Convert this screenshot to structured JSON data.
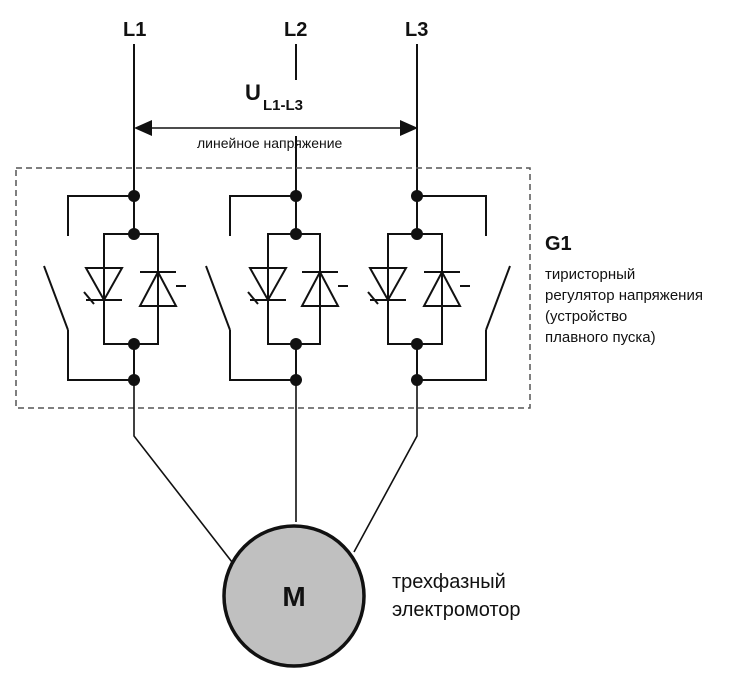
{
  "phases": [
    "L1",
    "L2",
    "L3"
  ],
  "voltage": {
    "symbol": "U",
    "subscript": "L1-L3",
    "caption": "линейное напряжение"
  },
  "regulator": {
    "designator": "G1",
    "description_lines": [
      "тиристорный",
      "регулятор напряжения",
      "(устройство",
      "плавного пуска)"
    ]
  },
  "motor": {
    "symbol": "M",
    "description_lines": [
      "трехфазный",
      "электромотор"
    ],
    "fill_color": "#c0c0c0"
  },
  "colors": {
    "line": "#111111",
    "box_border": "#555555",
    "background": "#ffffff"
  }
}
